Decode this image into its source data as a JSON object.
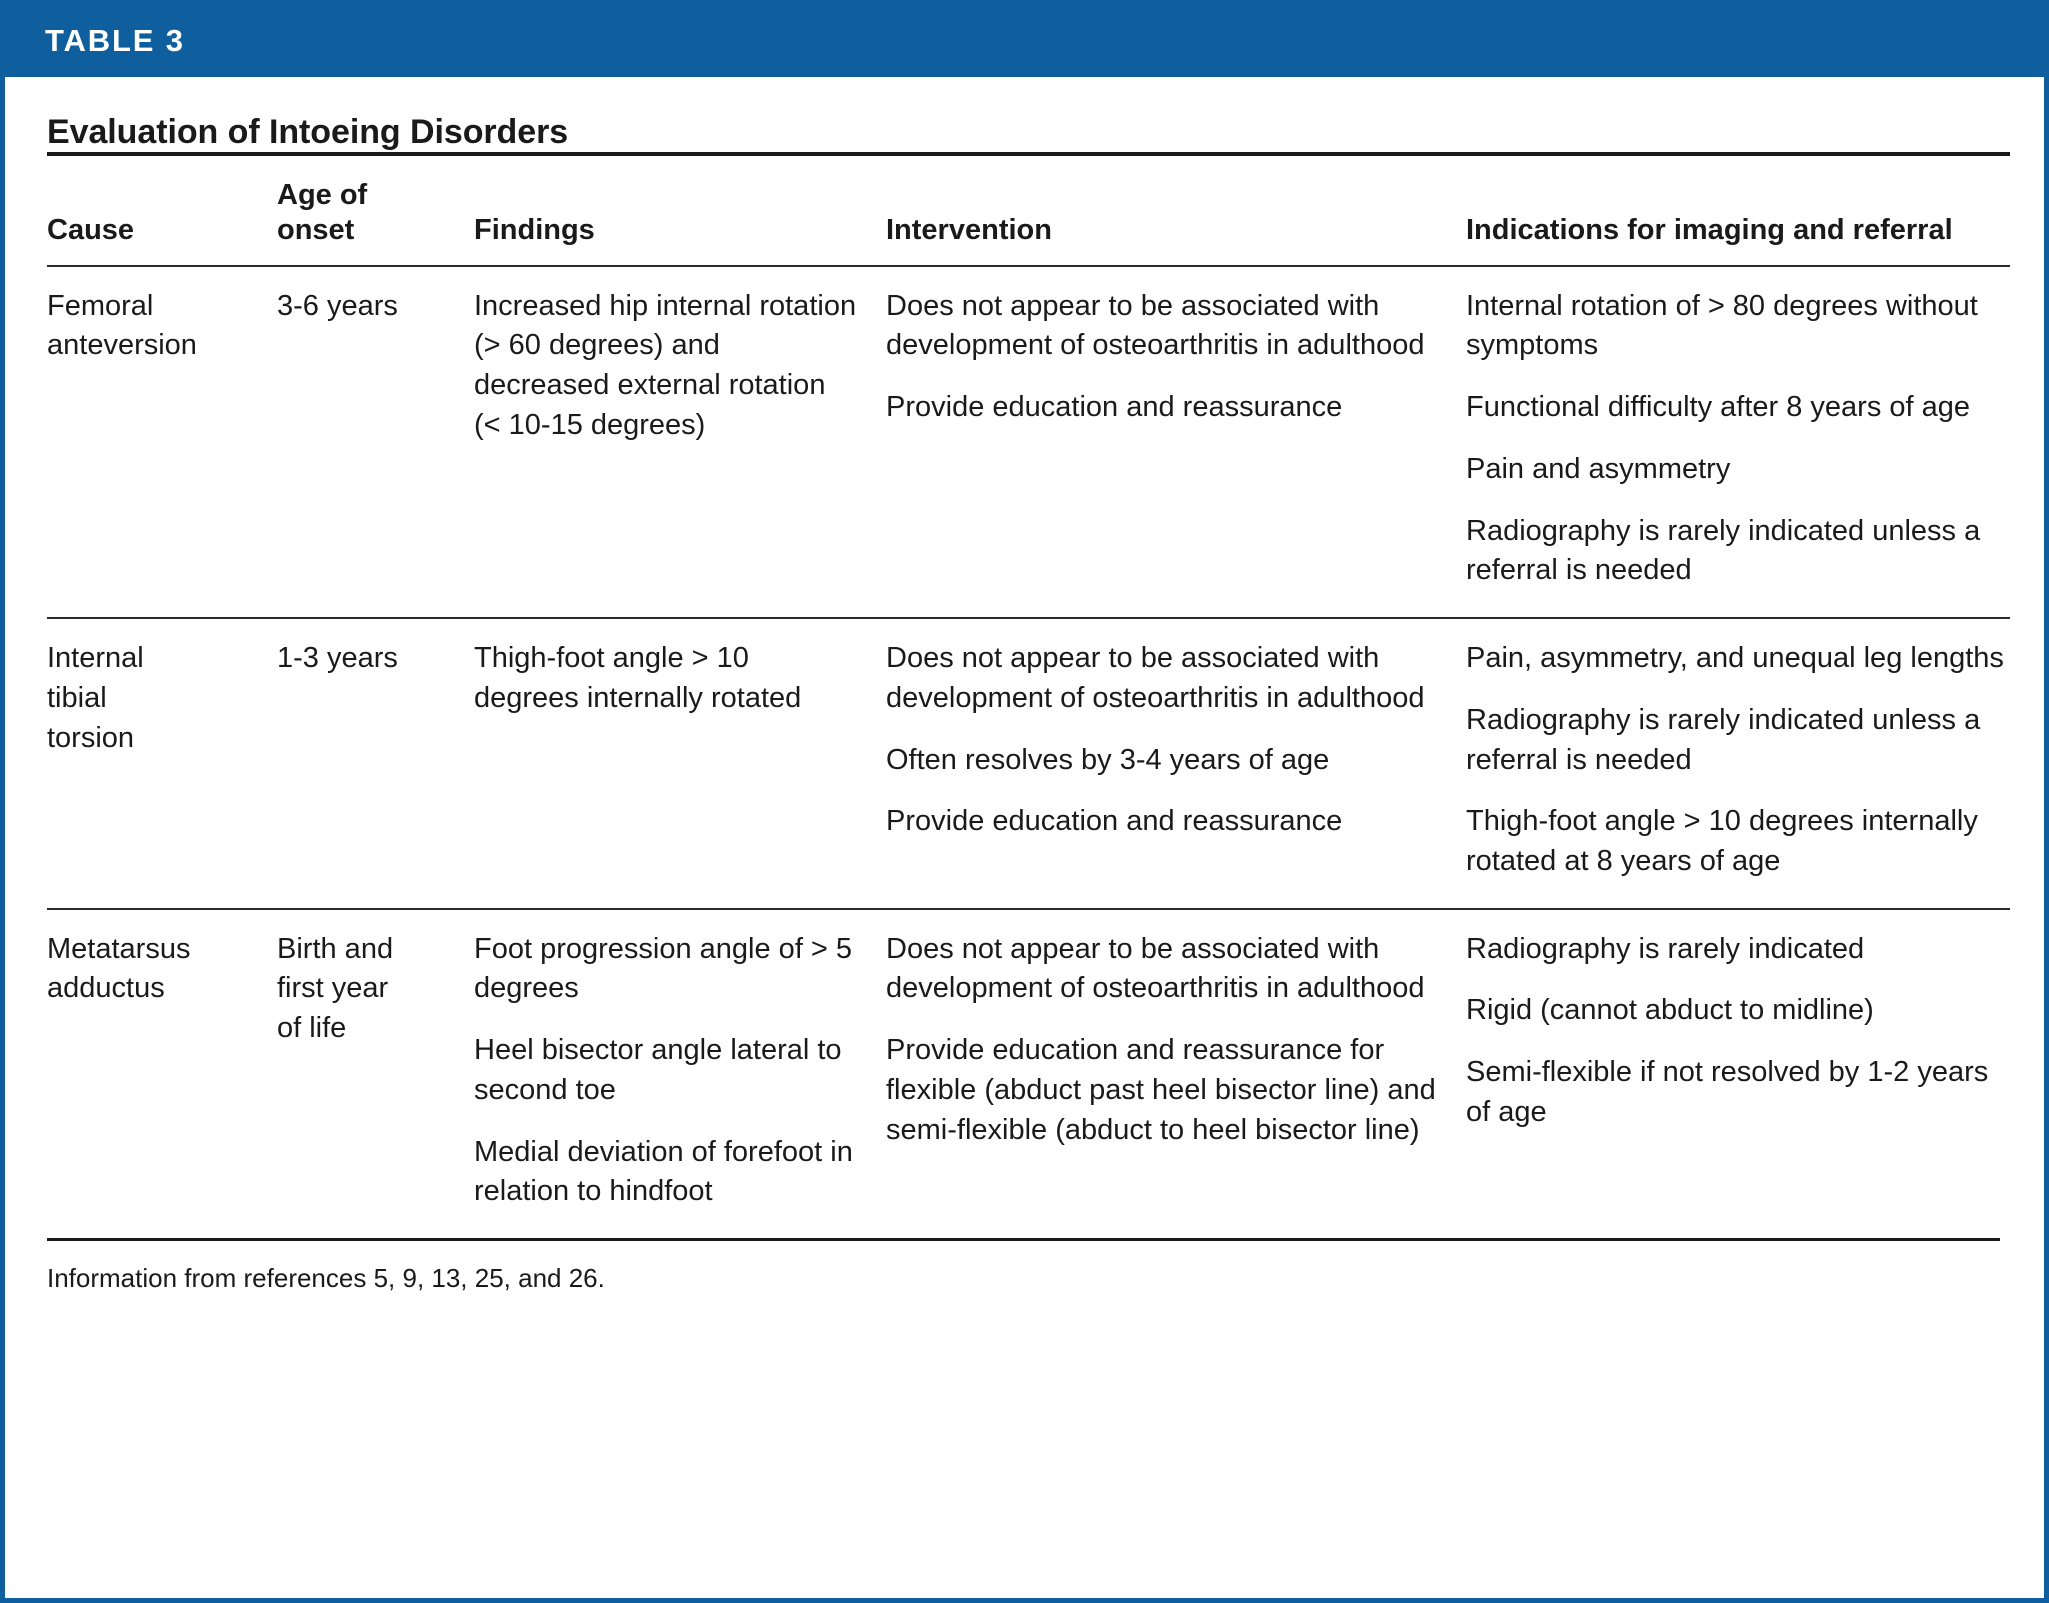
{
  "banner": {
    "label": "TABLE 3",
    "color": "#0f5f9e"
  },
  "title": "Evaluation of Intoeing Disorders",
  "columns": {
    "cause": "Cause",
    "age_of_onset": "Age of\nonset",
    "findings": "Findings",
    "intervention": "Intervention",
    "indications": "Indications for imaging and referral"
  },
  "rows": [
    {
      "cause": "Femoral\nanteversion",
      "age_of_onset": "3-6 years",
      "findings": [
        "Increased hip internal rotation (> 60 degrees) and decreased external rotation (< 10-15 degrees)"
      ],
      "intervention": [
        "Does not appear to be associated with development of osteoarthritis in adulthood",
        "Provide education and reassurance"
      ],
      "indications": [
        "Internal rotation of > 80 degrees without symptoms",
        "Functional difficulty after 8 years of age",
        "Pain and asymmetry",
        "Radiography is rarely indicated unless a referral is needed"
      ]
    },
    {
      "cause": "Internal\ntibial\ntorsion",
      "age_of_onset": "1-3 years",
      "findings": [
        "Thigh-foot angle > 10 degrees internally rotated"
      ],
      "intervention": [
        "Does not appear to be associated with development of osteoarthritis in adulthood",
        "Often resolves by 3-4 years of age",
        "Provide education and reassurance"
      ],
      "indications": [
        "Pain, asymmetry, and unequal leg lengths",
        "Radiography is rarely indicated unless a referral is needed",
        "Thigh-foot angle > 10 degrees internally rotated at 8 years of age"
      ]
    },
    {
      "cause": "Metatarsus\nadductus",
      "age_of_onset": "Birth and\nfirst year\nof life",
      "findings": [
        "Foot progression angle of > 5 degrees",
        "Heel bisector angle lateral to second toe",
        "Medial deviation of forefoot in relation to hindfoot"
      ],
      "intervention": [
        "Does not appear to be associated with development of osteoarthritis in adulthood",
        "Provide education and reassurance for flexible (abduct past heel bisector line) and semi-flexible (abduct to heel bisector line)"
      ],
      "indications": [
        "Radiography is rarely indicated",
        "Rigid (cannot abduct to midline)",
        "Semi-flexible if not resolved by 1-2 years of age"
      ]
    }
  ],
  "footnote": "Information from references 5, 9, 13, 25, and 26."
}
